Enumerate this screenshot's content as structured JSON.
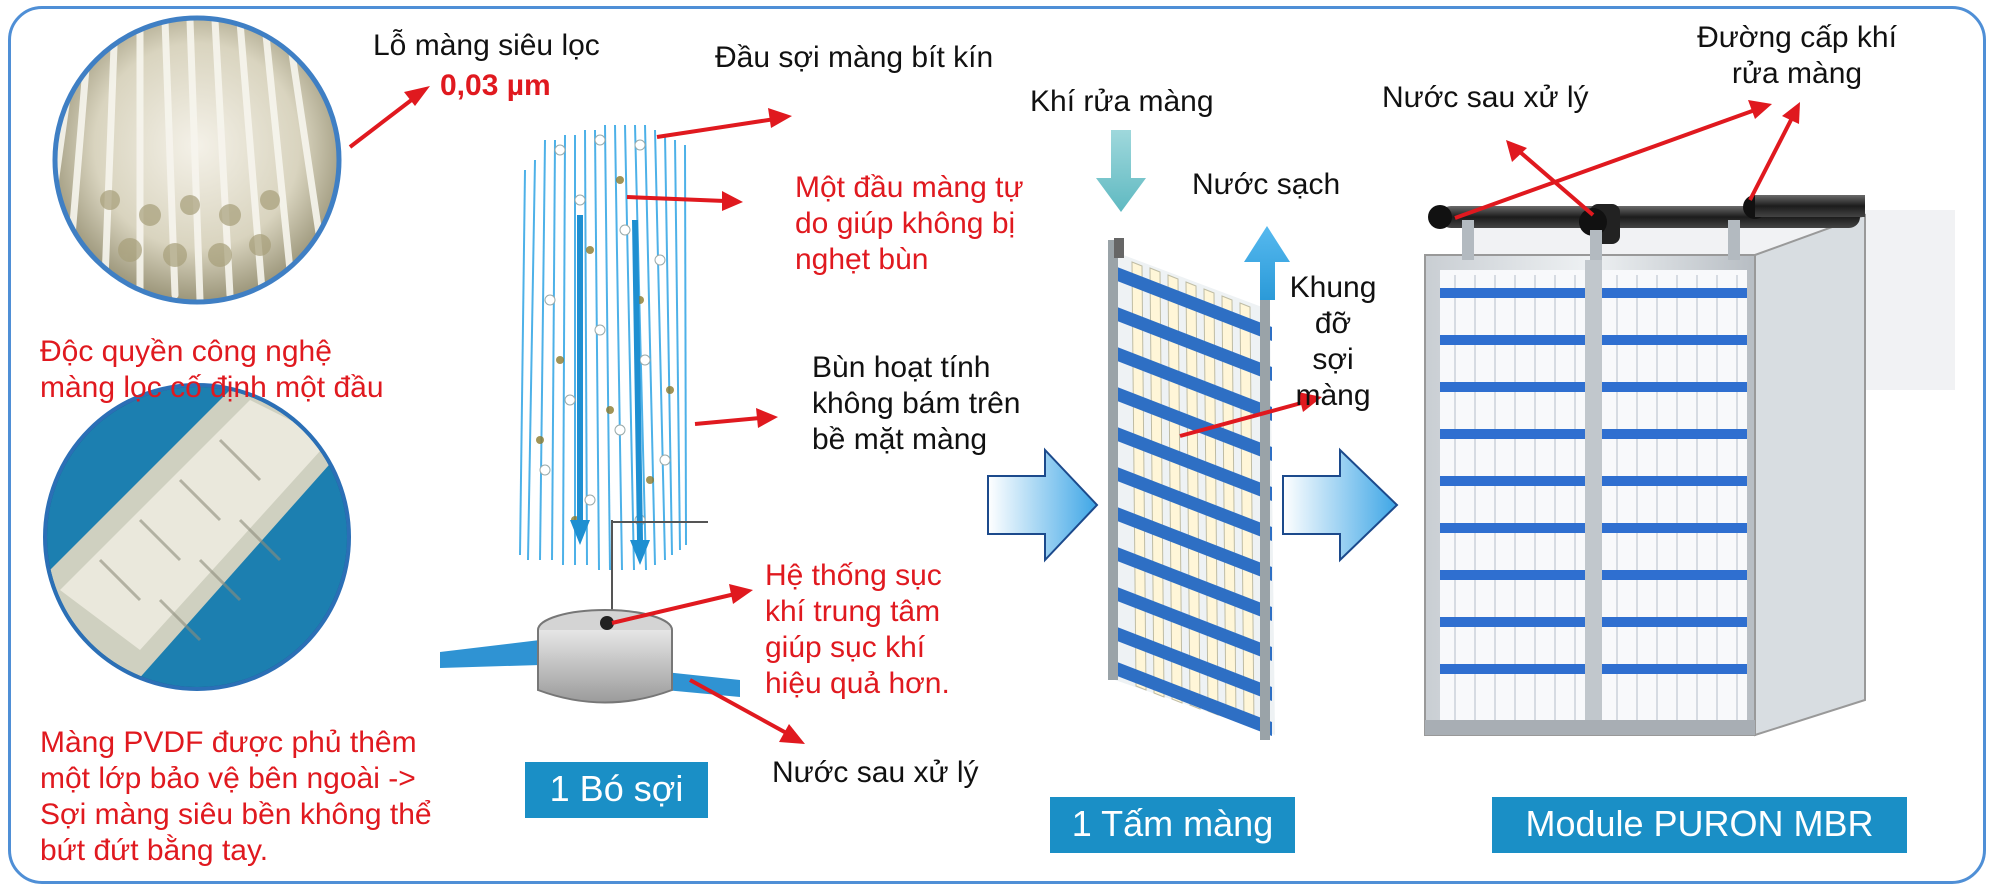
{
  "labels": {
    "pore_title": "Lỗ màng siêu lọc",
    "pore_size": "0,03 µm",
    "sealed_end": "Đầu sợi màng bít kín",
    "free_end": "Một đầu màng tự\ndo giúp không bị\nnghẹt bùn",
    "sludge": "Bùn hoạt tính\nkhông bám trên\nbề mặt màng",
    "aeration": "Hệ thống sục\nkhí trung tâm\ngiúp sục khí\nhiệu quả hơn.",
    "treated_water_bottom": "Nước sau xử lý",
    "exclusive": "Độc quyền công nghệ\nmàng lọc cố định một đầu",
    "pvdf": "Màng PVDF được phủ thêm\nmột lớp bảo vệ bên ngoài ->\nSợi màng siêu bền không thể\nbứt đứt bằng tay.",
    "scour_air": "Khí rửa màng",
    "clean_water": "Nước sạch",
    "frame": "Khung\nđỡ\nsợi\nmàng",
    "treated_water_top": "Nước sau xử lý",
    "air_line": "Đường cấp khí\nrửa màng"
  },
  "boxes": {
    "bundle": "1 Bó sợi",
    "sheet": "1 Tấm màng",
    "module": "Module PURON MBR"
  },
  "colors": {
    "frame_border": "#4f8fd6",
    "red_text": "#e0191f",
    "box_bg": "#1a8fc6",
    "fiber": "#3aa9e6",
    "arrow_red": "#e0191f"
  }
}
